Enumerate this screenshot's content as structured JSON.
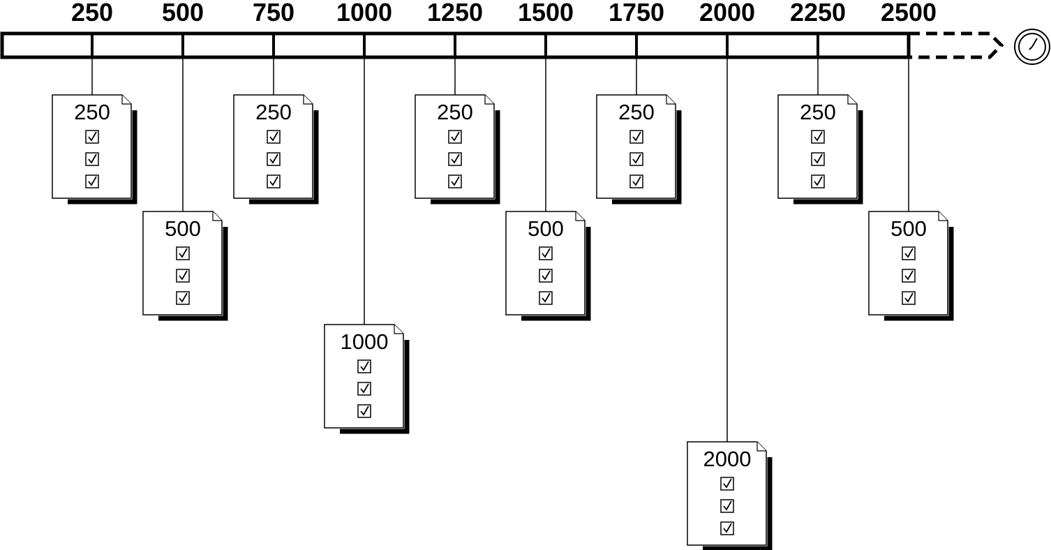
{
  "timeline": {
    "ticks": [
      "250",
      "500",
      "750",
      "1000",
      "1250",
      "1500",
      "1750",
      "2000",
      "2250",
      "2500"
    ],
    "end_icon": "clock-icon",
    "continuation": "dashed-arrow"
  },
  "documents": [
    {
      "tick": "250",
      "title": "250",
      "checks": 3,
      "check_icon": "checkbox-checked-icon"
    },
    {
      "tick": "500",
      "title": "500",
      "checks": 3,
      "check_icon": "checkbox-checked-icon"
    },
    {
      "tick": "750",
      "title": "250",
      "checks": 3,
      "check_icon": "checkbox-checked-icon"
    },
    {
      "tick": "1000",
      "title": "1000",
      "checks": 3,
      "check_icon": "checkbox-checked-icon"
    },
    {
      "tick": "1250",
      "title": "250",
      "checks": 3,
      "check_icon": "checkbox-checked-icon"
    },
    {
      "tick": "1500",
      "title": "500",
      "checks": 3,
      "check_icon": "checkbox-checked-icon"
    },
    {
      "tick": "1750",
      "title": "250",
      "checks": 3,
      "check_icon": "checkbox-checked-icon"
    },
    {
      "tick": "2000",
      "title": "2000",
      "checks": 3,
      "check_icon": "checkbox-checked-icon"
    },
    {
      "tick": "2250",
      "title": "250",
      "checks": 3,
      "check_icon": "checkbox-checked-icon"
    },
    {
      "tick": "2500",
      "title": "500",
      "checks": 3,
      "check_icon": "checkbox-checked-icon"
    }
  ],
  "colors": {
    "stroke": "#000000",
    "paper": "#ffffff"
  }
}
